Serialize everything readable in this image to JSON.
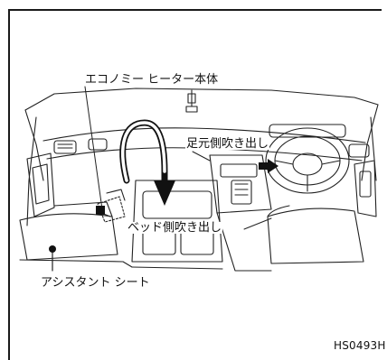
{
  "labels": {
    "heater_unit": "エコノミー ヒーター本体",
    "foot_outlet": "足元側吹き出し",
    "bed_outlet": "ベッド側吹き出し",
    "assistant_seat": "アシスタント シート",
    "figure_code": "HS0493H"
  }
}
